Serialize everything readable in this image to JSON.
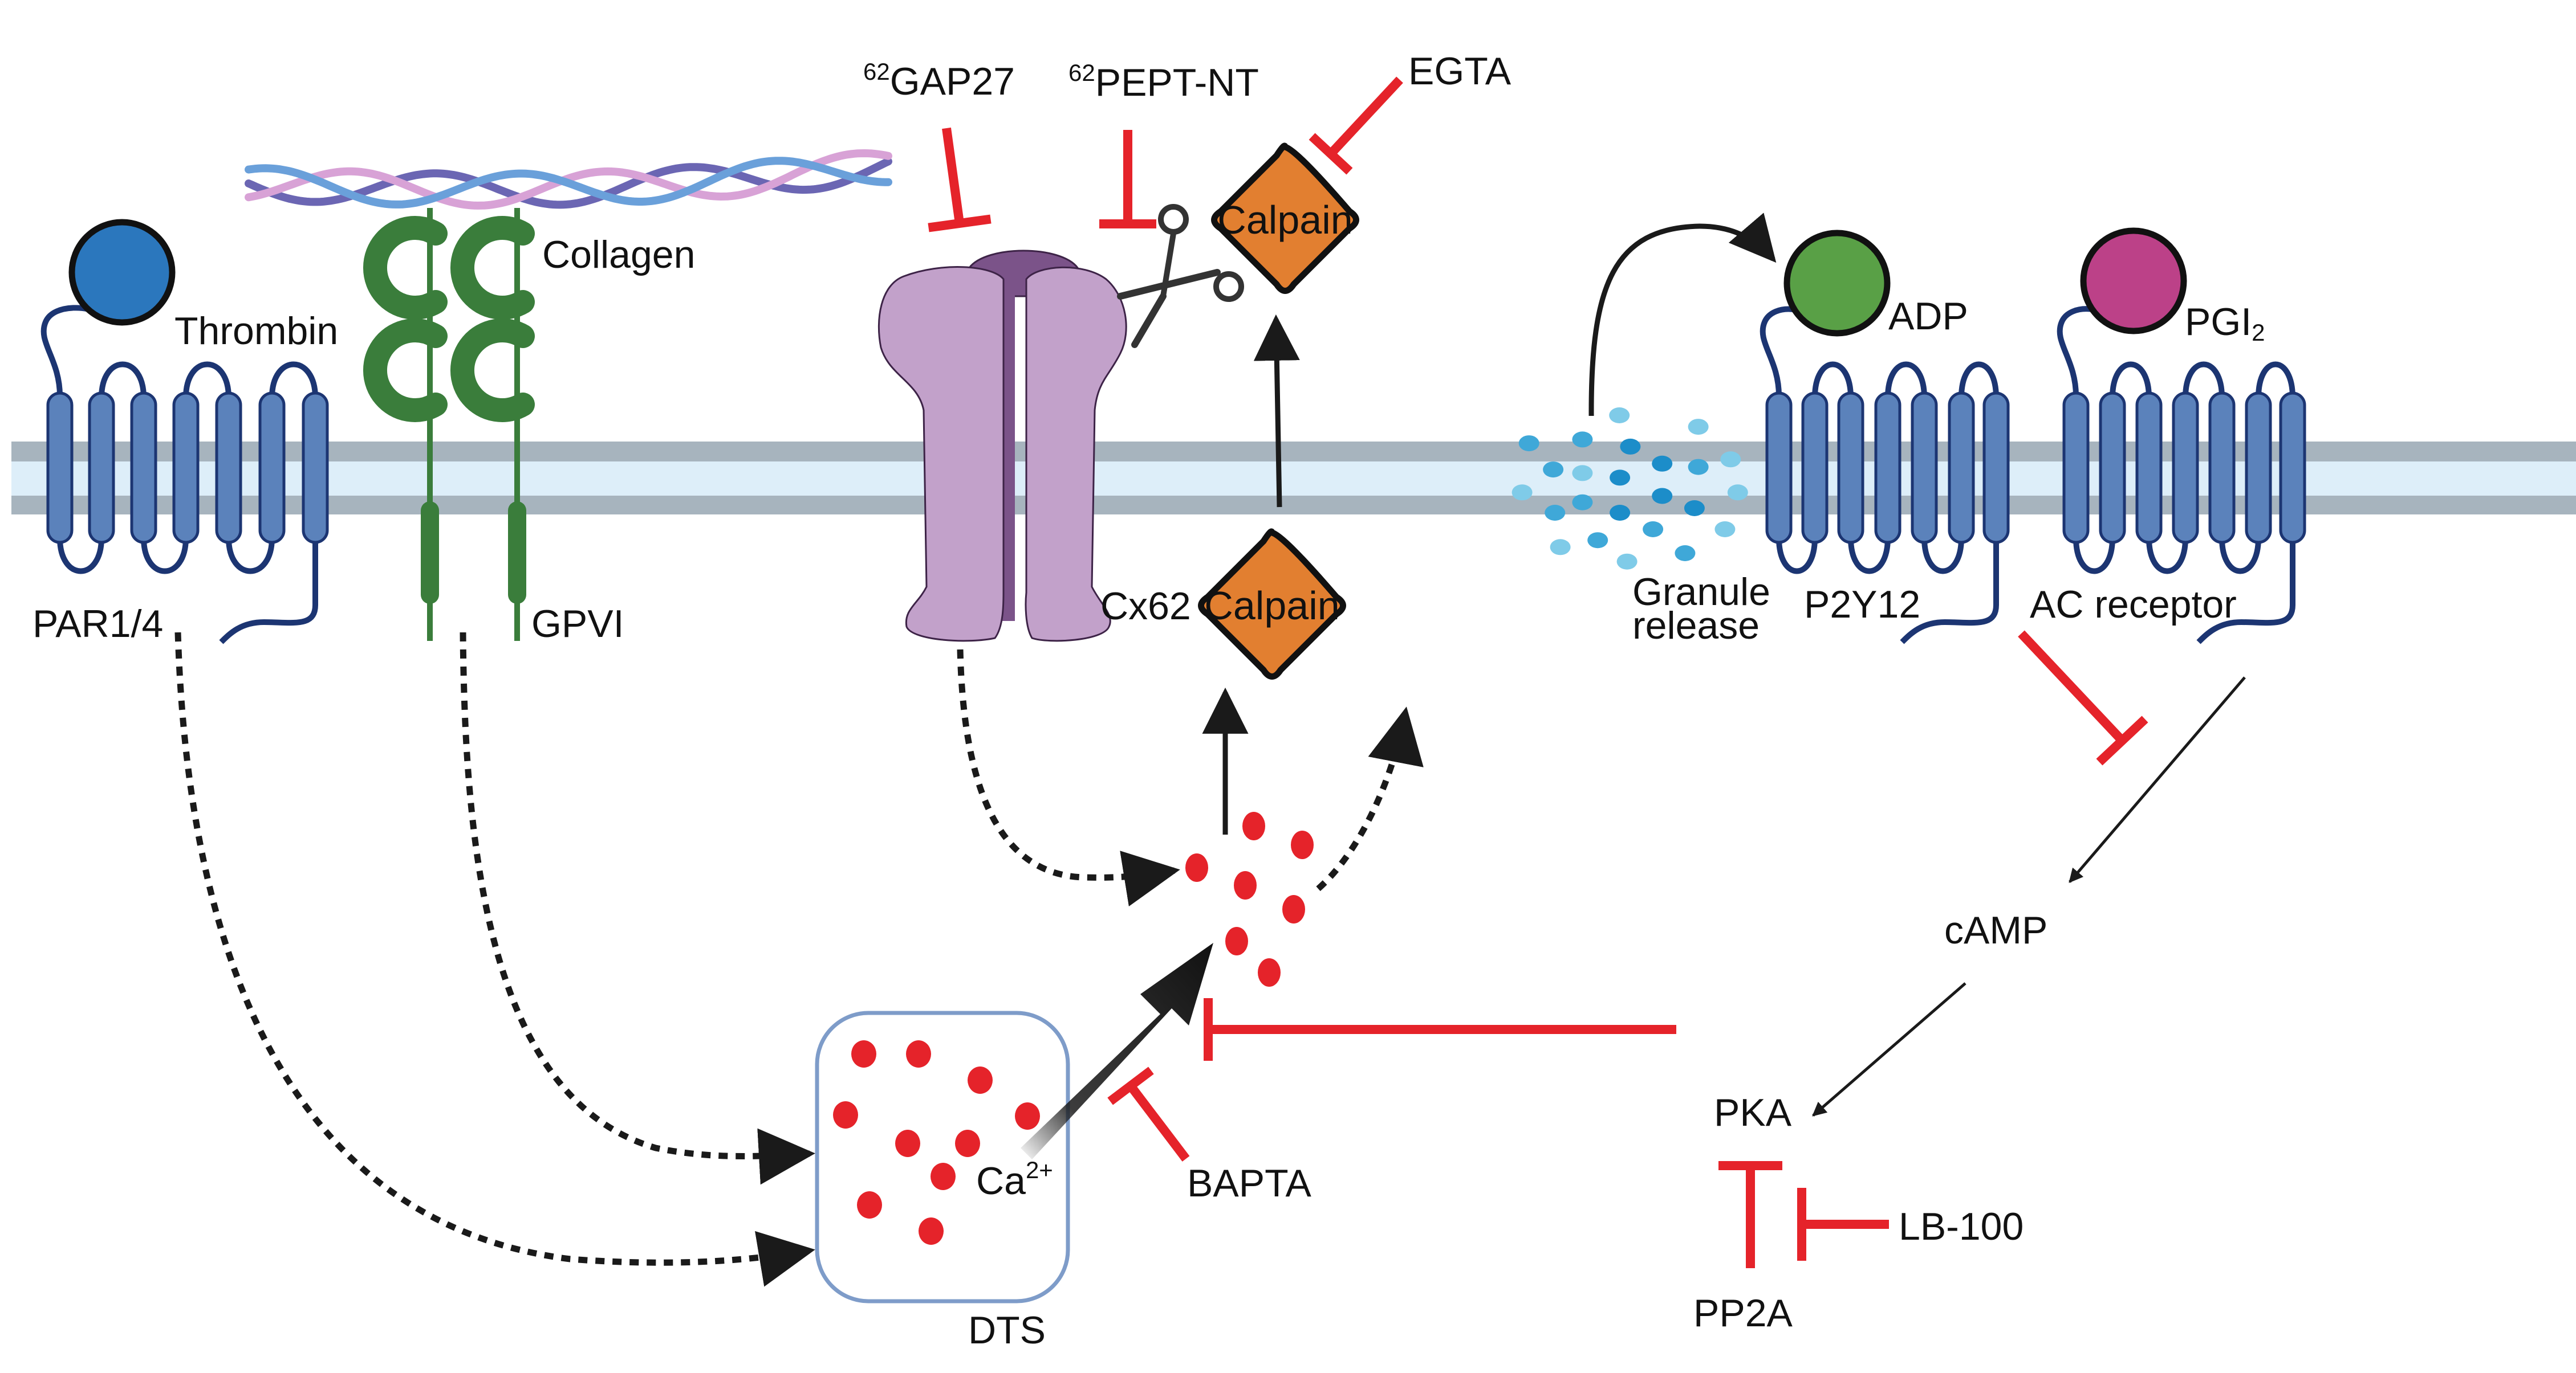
{
  "figure": {
    "type": "signaling-pathway-diagram",
    "colors": {
      "membrane_outer": "#a7b4be",
      "membrane_inner": "#ddeef9",
      "gpcr_fill": "#5b82bb",
      "gpcr_stroke": "#1c3572",
      "thrombin": "#2b77bd",
      "adp": "#59a046",
      "pgi2": "#bc4188",
      "gpvi": "#3a7d3b",
      "cx62": "#c2a1ca",
      "cx62_dark": "#7b5389",
      "calpain": "#e27f30",
      "inhibition": "#e5232a",
      "calcium": "#e5232a",
      "granule_light": "#7fcbe8",
      "granule_dark": "#1c8dc9",
      "dts_box": "#7e9cc9",
      "arrow": "#1a1a1a"
    }
  },
  "receptors": {
    "par": {
      "label": "PAR1/4",
      "ligand": "Thrombin"
    },
    "gpvi": {
      "label": "GPVI",
      "ligand": "Collagen"
    },
    "cx62": {
      "label": "Cx62"
    },
    "p2y12": {
      "label": "P2Y12",
      "ligand": "ADP"
    },
    "ac": {
      "label": "AC receptor",
      "ligand_main": "PGI",
      "ligand_sub": "2"
    }
  },
  "inhibitors": {
    "gap27": {
      "sup": "62",
      "label": "GAP27"
    },
    "pept": {
      "sup": "62",
      "label": "PEPT-NT"
    },
    "egta": {
      "label": "EGTA"
    },
    "bapta": {
      "label": "BAPTA"
    },
    "lb100": {
      "label": "LB-100"
    }
  },
  "nodes": {
    "calpain_top": "Calpain",
    "calpain_bottom": "Calpain",
    "granule_line1": "Granule",
    "granule_line2": "release",
    "camp": "cAMP",
    "pka": "PKA",
    "pp2a": "PP2A",
    "calcium_main": "Ca",
    "calcium_sup": "2+",
    "dts": "DTS"
  }
}
